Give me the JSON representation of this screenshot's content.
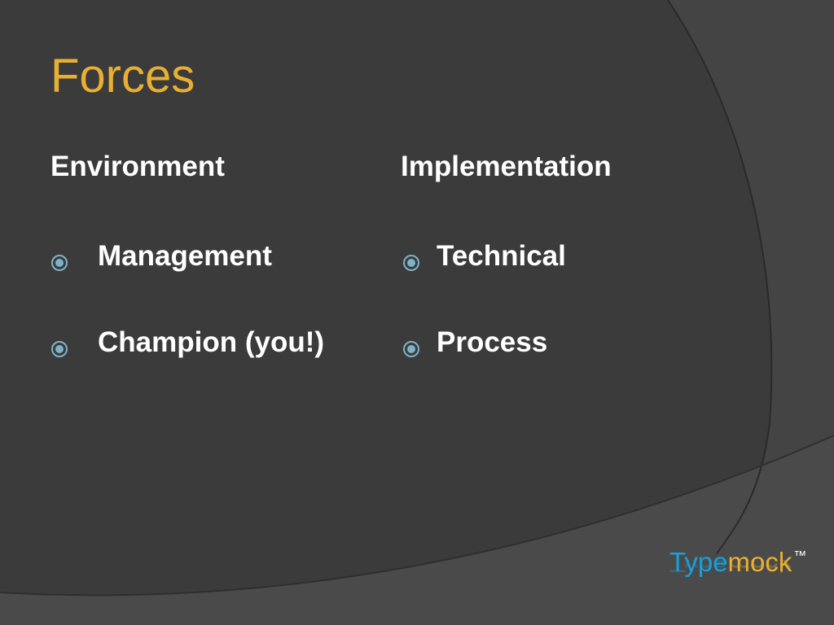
{
  "slide": {
    "title": "Forces",
    "title_color": "#e8b032",
    "columns": [
      {
        "heading": "Environment",
        "bullets": [
          "Management",
          "Champion (you!)"
        ]
      },
      {
        "heading": "Implementation",
        "bullets": [
          "Technical",
          "Process"
        ]
      }
    ],
    "bullet_icon": "target-circle-icon",
    "bullet_color": "#7fb2c9"
  },
  "logo": {
    "part1": "Type",
    "part2": "mock",
    "trademark": "™",
    "part1_color": "#1a9fd6",
    "part2_color": "#e8b032"
  }
}
